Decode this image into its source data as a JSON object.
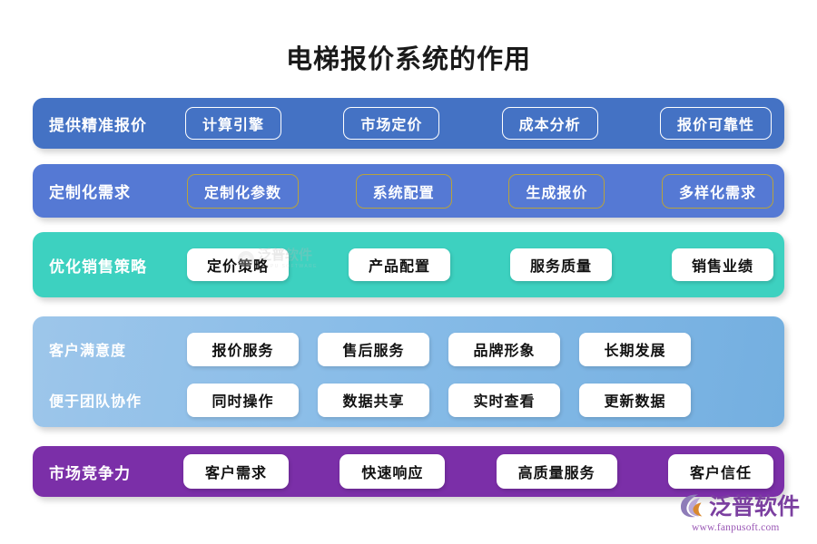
{
  "page": {
    "title": "电梯报价系统的作用",
    "background_color": "#ffffff"
  },
  "watermark": {
    "main": "泛普软件",
    "sub": "FANPU SOFTWARE"
  },
  "logo": {
    "name": "泛普软件",
    "url": "www.fanpusoft.com",
    "color": "#7B3FA0"
  },
  "rows": [
    {
      "id": "row-1",
      "label": "提供精准报价",
      "background_color": "#4472C4",
      "chip_style": "outlined-white",
      "chips": [
        "计算引擎",
        "市场定价",
        "成本分析",
        "报价可靠性"
      ]
    },
    {
      "id": "row-2",
      "label": "定制化需求",
      "background_color": "#5579D4",
      "chip_style": "outlined-gold",
      "chips": [
        "定制化参数",
        "系统配置",
        "生成报价",
        "多样化需求"
      ]
    },
    {
      "id": "row-3",
      "label": "优化销售策略",
      "background_color": "#3DD1C0",
      "chip_style": "solid-white",
      "chips": [
        "定价策略",
        "产品配置",
        "服务质量",
        "销售业绩"
      ]
    },
    {
      "id": "row-4",
      "background_color": "#88BCE8",
      "chip_style": "solid-white",
      "subrows": [
        {
          "label": "客户满意度",
          "chips": [
            "报价服务",
            "售后服务",
            "品牌形象",
            "长期发展"
          ]
        },
        {
          "label": "便于团队协作",
          "chips": [
            "同时操作",
            "数据共享",
            "实时查看",
            "更新数据"
          ]
        }
      ]
    },
    {
      "id": "row-5",
      "label": "市场竞争力",
      "background_color": "#7B2FA8",
      "chip_style": "solid-white",
      "chips": [
        "客户需求",
        "快速响应",
        "高质量服务",
        "客户信任"
      ]
    }
  ]
}
